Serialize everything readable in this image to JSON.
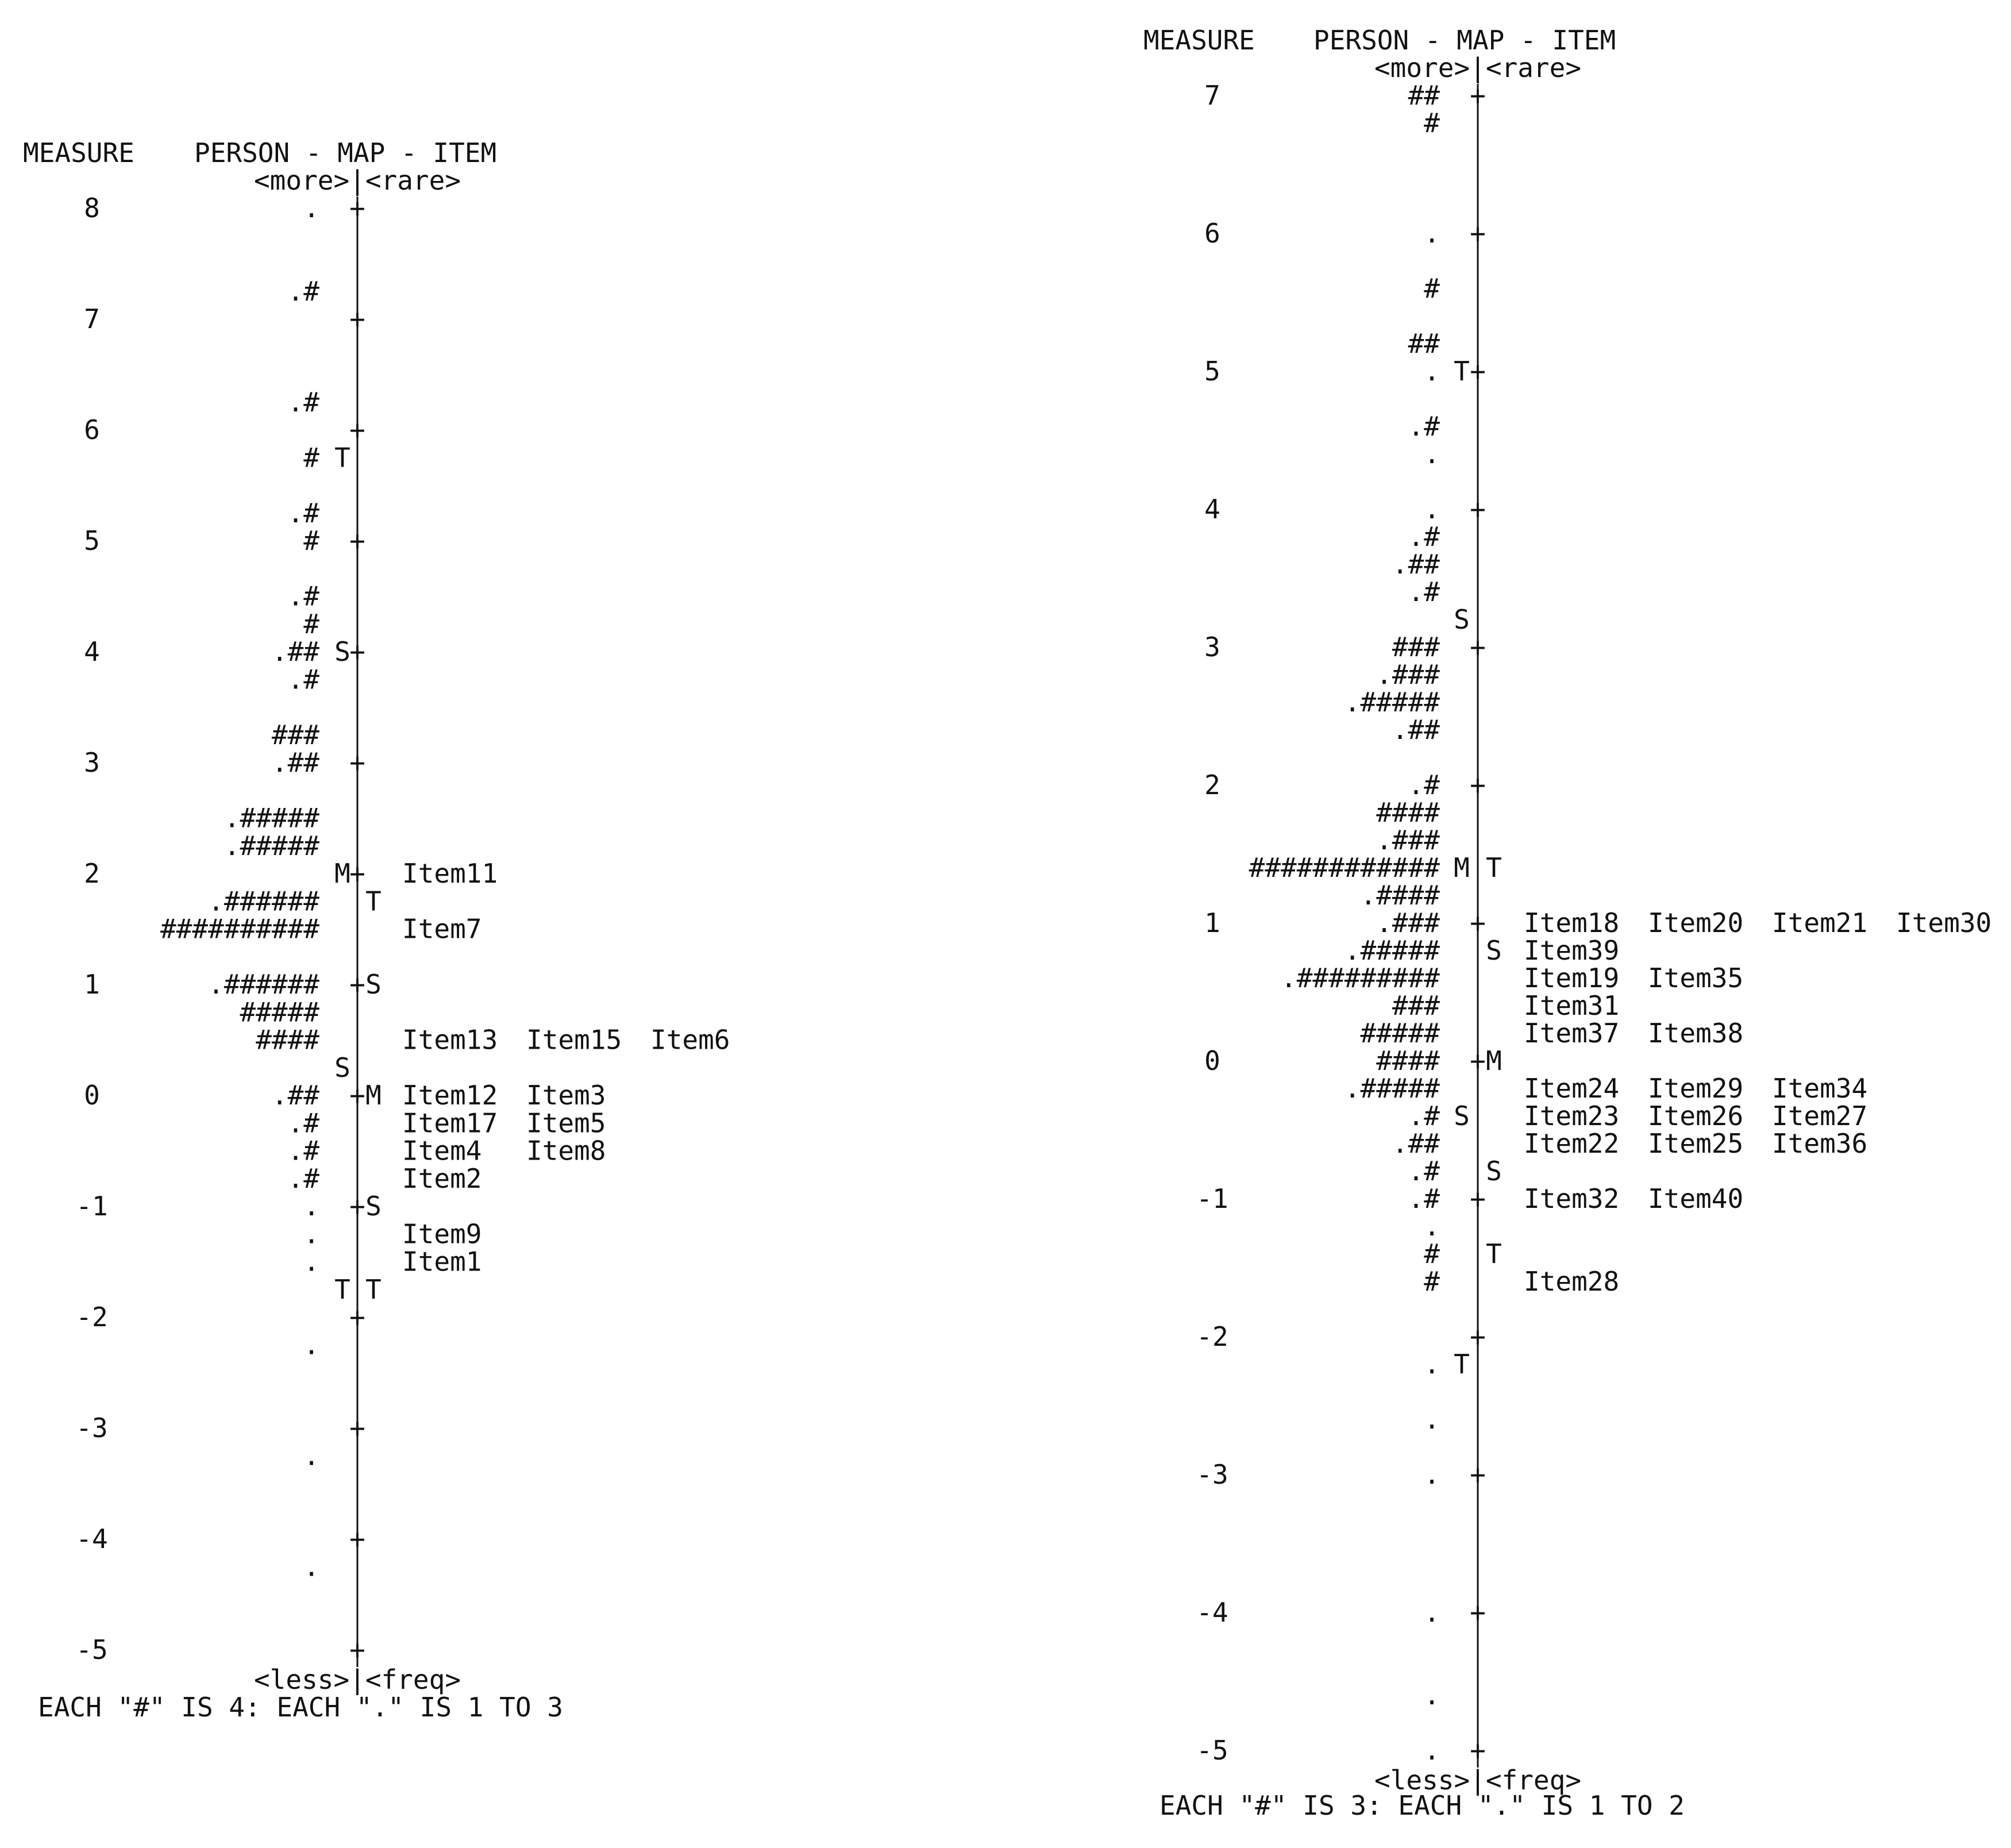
{
  "chart_data": [
    {
      "type": "table",
      "header": {
        "measure": "MEASURE",
        "title": "PERSON - MAP - ITEM",
        "top": "<more>|<rare>",
        "bottom": "<less>|<freq>"
      },
      "ticks": [
        8,
        7,
        6,
        5,
        4,
        3,
        2,
        1,
        0,
        -1,
        -2,
        -3,
        -4,
        -5
      ],
      "tick_labels": [
        "8",
        "7",
        "6",
        "5",
        "4",
        "3",
        "2",
        "1",
        "0",
        "-1",
        "-2",
        "-3",
        "-4",
        "-5"
      ],
      "ylim": [
        -5,
        8
      ],
      "rows": [
        {
          "m": 8.0,
          "person": ".",
          "left": "",
          "center": "+",
          "right": "",
          "items": []
        },
        {
          "m": 7.25,
          "person": ".#",
          "left": "",
          "center": "|",
          "right": "",
          "items": []
        },
        {
          "m": 7.0,
          "person": "",
          "left": "",
          "center": "+",
          "right": "",
          "items": []
        },
        {
          "m": 6.25,
          "person": ".#",
          "left": "",
          "center": "|",
          "right": "",
          "items": []
        },
        {
          "m": 6.0,
          "person": "",
          "left": "",
          "center": "+",
          "right": "",
          "items": []
        },
        {
          "m": 5.75,
          "person": "#",
          "left": "T",
          "center": "|",
          "right": "",
          "items": []
        },
        {
          "m": 5.25,
          "person": ".#",
          "left": "",
          "center": "|",
          "right": "",
          "items": []
        },
        {
          "m": 5.0,
          "person": "#",
          "left": "",
          "center": "+",
          "right": "",
          "items": []
        },
        {
          "m": 4.5,
          "person": ".#",
          "left": "",
          "center": "|",
          "right": "",
          "items": []
        },
        {
          "m": 4.25,
          "person": "#",
          "left": "",
          "center": "|",
          "right": "",
          "items": []
        },
        {
          "m": 4.0,
          "person": ".##",
          "left": "S",
          "center": "+",
          "right": "",
          "items": []
        },
        {
          "m": 3.75,
          "person": ".#",
          "left": "",
          "center": "|",
          "right": "",
          "items": []
        },
        {
          "m": 3.25,
          "person": "###",
          "left": "",
          "center": "|",
          "right": "",
          "items": []
        },
        {
          "m": 3.0,
          "person": ".##",
          "left": "",
          "center": "+",
          "right": "",
          "items": []
        },
        {
          "m": 2.5,
          "person": ".#####",
          "left": "",
          "center": "|",
          "right": "",
          "items": []
        },
        {
          "m": 2.25,
          "person": ".#####",
          "left": "",
          "center": "|",
          "right": "",
          "items": []
        },
        {
          "m": 2.0,
          "person": "",
          "left": "M",
          "center": "+",
          "right": "",
          "items": [
            "Item11"
          ]
        },
        {
          "m": 1.75,
          "person": ".######",
          "left": "",
          "center": "|",
          "right": "T",
          "items": []
        },
        {
          "m": 1.5,
          "person": "##########",
          "left": "",
          "center": "|",
          "right": "",
          "items": [
            "Item7"
          ]
        },
        {
          "m": 1.0,
          "person": ".######",
          "left": "",
          "center": "+",
          "right": "S",
          "items": []
        },
        {
          "m": 0.75,
          "person": "#####",
          "left": "",
          "center": "|",
          "right": "",
          "items": []
        },
        {
          "m": 0.5,
          "person": "####",
          "left": "",
          "center": "|",
          "right": "",
          "items": [
            "Item13",
            "Item15",
            "Item6"
          ]
        },
        {
          "m": 0.25,
          "person": "",
          "left": "S",
          "center": "|",
          "right": "",
          "items": []
        },
        {
          "m": 0.0,
          "person": ".##",
          "left": "",
          "center": "+",
          "right": "M",
          "items": [
            "Item12",
            "Item3"
          ]
        },
        {
          "m": -0.25,
          "person": ".#",
          "left": "",
          "center": "|",
          "right": "",
          "items": [
            "Item17",
            "Item5"
          ]
        },
        {
          "m": -0.5,
          "person": ".#",
          "left": "",
          "center": "|",
          "right": "",
          "items": [
            "Item4",
            "Item8"
          ]
        },
        {
          "m": -0.75,
          "person": ".#",
          "left": "",
          "center": "|",
          "right": "",
          "items": [
            "Item2"
          ]
        },
        {
          "m": -1.0,
          "person": ".",
          "left": "",
          "center": "+",
          "right": "S",
          "items": []
        },
        {
          "m": -1.25,
          "person": ".",
          "left": "",
          "center": "|",
          "right": "",
          "items": [
            "Item9"
          ]
        },
        {
          "m": -1.5,
          "person": ".",
          "left": "",
          "center": "|",
          "right": "",
          "items": [
            "Item1"
          ]
        },
        {
          "m": -1.75,
          "person": "",
          "left": "T",
          "center": "|",
          "right": "T",
          "items": []
        },
        {
          "m": -2.0,
          "person": "",
          "left": "",
          "center": "+",
          "right": "",
          "items": []
        },
        {
          "m": -2.25,
          "person": ".",
          "left": "",
          "center": "|",
          "right": "",
          "items": []
        },
        {
          "m": -3.0,
          "person": "",
          "left": "",
          "center": "+",
          "right": "",
          "items": []
        },
        {
          "m": -3.25,
          "person": ".",
          "left": "",
          "center": "|",
          "right": "",
          "items": []
        },
        {
          "m": -4.0,
          "person": "",
          "left": "",
          "center": "+",
          "right": "",
          "items": []
        },
        {
          "m": -4.25,
          "person": ".",
          "left": "",
          "center": "|",
          "right": "",
          "items": []
        },
        {
          "m": -5.0,
          "person": "",
          "left": "",
          "center": "+",
          "right": "",
          "items": []
        }
      ],
      "footer": "EACH \"#\" IS 4: EACH \".\" IS 1 TO 3"
    },
    {
      "type": "table",
      "header": {
        "measure": "MEASURE",
        "title": "PERSON - MAP - ITEM",
        "top": "<more>|<rare>",
        "bottom": "<less>|<freq>"
      },
      "ticks": [
        7,
        6,
        5,
        4,
        3,
        2,
        1,
        0,
        -1,
        -2,
        -3,
        -4,
        -5
      ],
      "tick_labels": [
        "7",
        "6",
        "5",
        "4",
        "3",
        "2",
        "1",
        "0",
        "-1",
        "-2",
        "-3",
        "-4",
        "-5"
      ],
      "ylim": [
        -5,
        7
      ],
      "rows": [
        {
          "m": 7.0,
          "person": "##",
          "left": "",
          "center": "+",
          "right": "",
          "items": []
        },
        {
          "m": 6.8,
          "person": "#",
          "left": "",
          "center": "|",
          "right": "",
          "items": []
        },
        {
          "m": 6.0,
          "person": ".",
          "left": "",
          "center": "+",
          "right": "",
          "items": []
        },
        {
          "m": 5.6,
          "person": "#",
          "left": "",
          "center": "|",
          "right": "",
          "items": []
        },
        {
          "m": 5.2,
          "person": "##",
          "left": "",
          "center": "|",
          "right": "",
          "items": []
        },
        {
          "m": 5.0,
          "person": ".",
          "left": "T",
          "center": "+",
          "right": "",
          "items": []
        },
        {
          "m": 4.6,
          "person": ".#",
          "left": "",
          "center": "|",
          "right": "",
          "items": []
        },
        {
          "m": 4.4,
          "person": ".",
          "left": "",
          "center": "|",
          "right": "",
          "items": []
        },
        {
          "m": 4.0,
          "person": ".",
          "left": "",
          "center": "+",
          "right": "",
          "items": []
        },
        {
          "m": 3.8,
          "person": ".#",
          "left": "",
          "center": "|",
          "right": "",
          "items": []
        },
        {
          "m": 3.6,
          "person": ".##",
          "left": "",
          "center": "|",
          "right": "",
          "items": []
        },
        {
          "m": 3.4,
          "person": ".#",
          "left": "",
          "center": "|",
          "right": "",
          "items": []
        },
        {
          "m": 3.2,
          "person": "",
          "left": "S",
          "center": "|",
          "right": "",
          "items": []
        },
        {
          "m": 3.0,
          "person": "###",
          "left": "",
          "center": "+",
          "right": "",
          "items": []
        },
        {
          "m": 2.8,
          "person": ".###",
          "left": "",
          "center": "|",
          "right": "",
          "items": []
        },
        {
          "m": 2.6,
          "person": ".#####",
          "left": "",
          "center": "|",
          "right": "",
          "items": []
        },
        {
          "m": 2.4,
          "person": ".##",
          "left": "",
          "center": "|",
          "right": "",
          "items": []
        },
        {
          "m": 2.0,
          "person": ".#",
          "left": "",
          "center": "+",
          "right": "",
          "items": []
        },
        {
          "m": 1.8,
          "person": "####",
          "left": "",
          "center": "|",
          "right": "",
          "items": []
        },
        {
          "m": 1.6,
          "person": ".###",
          "left": "",
          "center": "|",
          "right": "",
          "items": []
        },
        {
          "m": 1.4,
          "person": "############",
          "left": "M",
          "center": "|",
          "right": "T",
          "items": []
        },
        {
          "m": 1.2,
          "person": ".####",
          "left": "",
          "center": "|",
          "right": "",
          "items": []
        },
        {
          "m": 1.0,
          "person": ".###",
          "left": "",
          "center": "+",
          "right": "",
          "items": [
            "Item18",
            "Item20",
            "Item21",
            "Item30"
          ]
        },
        {
          "m": 0.8,
          "person": ".#####",
          "left": "",
          "center": "|",
          "right": "S",
          "items": [
            "Item39"
          ]
        },
        {
          "m": 0.6,
          "person": ".#########",
          "left": "",
          "center": "|",
          "right": "",
          "items": [
            "Item19",
            "Item35"
          ]
        },
        {
          "m": 0.4,
          "person": "###",
          "left": "",
          "center": "|",
          "right": "",
          "items": [
            "Item31"
          ]
        },
        {
          "m": 0.2,
          "person": "#####",
          "left": "",
          "center": "|",
          "right": "",
          "items": [
            "Item37",
            "Item38"
          ]
        },
        {
          "m": 0.0,
          "person": "####",
          "left": "",
          "center": "+",
          "right": "M",
          "items": []
        },
        {
          "m": -0.2,
          "person": ".#####",
          "left": "",
          "center": "|",
          "right": "",
          "items": [
            "Item24",
            "Item29",
            "Item34"
          ]
        },
        {
          "m": -0.4,
          "person": ".#",
          "left": "S",
          "center": "|",
          "right": "",
          "items": [
            "Item23",
            "Item26",
            "Item27"
          ]
        },
        {
          "m": -0.6,
          "person": ".##",
          "left": "",
          "center": "|",
          "right": "",
          "items": [
            "Item22",
            "Item25",
            "Item36"
          ]
        },
        {
          "m": -0.8,
          "person": ".#",
          "left": "",
          "center": "|",
          "right": "S",
          "items": []
        },
        {
          "m": -1.0,
          "person": ".#",
          "left": "",
          "center": "+",
          "right": "",
          "items": [
            "Item32",
            "Item40"
          ]
        },
        {
          "m": -1.2,
          "person": ".",
          "left": "",
          "center": "|",
          "right": "",
          "items": []
        },
        {
          "m": -1.4,
          "person": "#",
          "left": "",
          "center": "|",
          "right": "T",
          "items": []
        },
        {
          "m": -1.6,
          "person": "#",
          "left": "",
          "center": "|",
          "right": "",
          "items": [
            "Item28"
          ]
        },
        {
          "m": -2.0,
          "person": "",
          "left": "",
          "center": "+",
          "right": "",
          "items": []
        },
        {
          "m": -2.2,
          "person": ".",
          "left": "T",
          "center": "|",
          "right": "",
          "items": []
        },
        {
          "m": -2.6,
          "person": ".",
          "left": "",
          "center": "|",
          "right": "",
          "items": []
        },
        {
          "m": -3.0,
          "person": ".",
          "left": "",
          "center": "+",
          "right": "",
          "items": []
        },
        {
          "m": -4.0,
          "person": ".",
          "left": "",
          "center": "+",
          "right": "",
          "items": []
        },
        {
          "m": -4.6,
          "person": ".",
          "left": "",
          "center": "|",
          "right": "",
          "items": []
        },
        {
          "m": -5.0,
          "person": ".",
          "left": "",
          "center": "+",
          "right": "",
          "items": []
        }
      ],
      "footer": "EACH \"#\" IS 3: EACH \".\" IS 1 TO 2"
    }
  ]
}
